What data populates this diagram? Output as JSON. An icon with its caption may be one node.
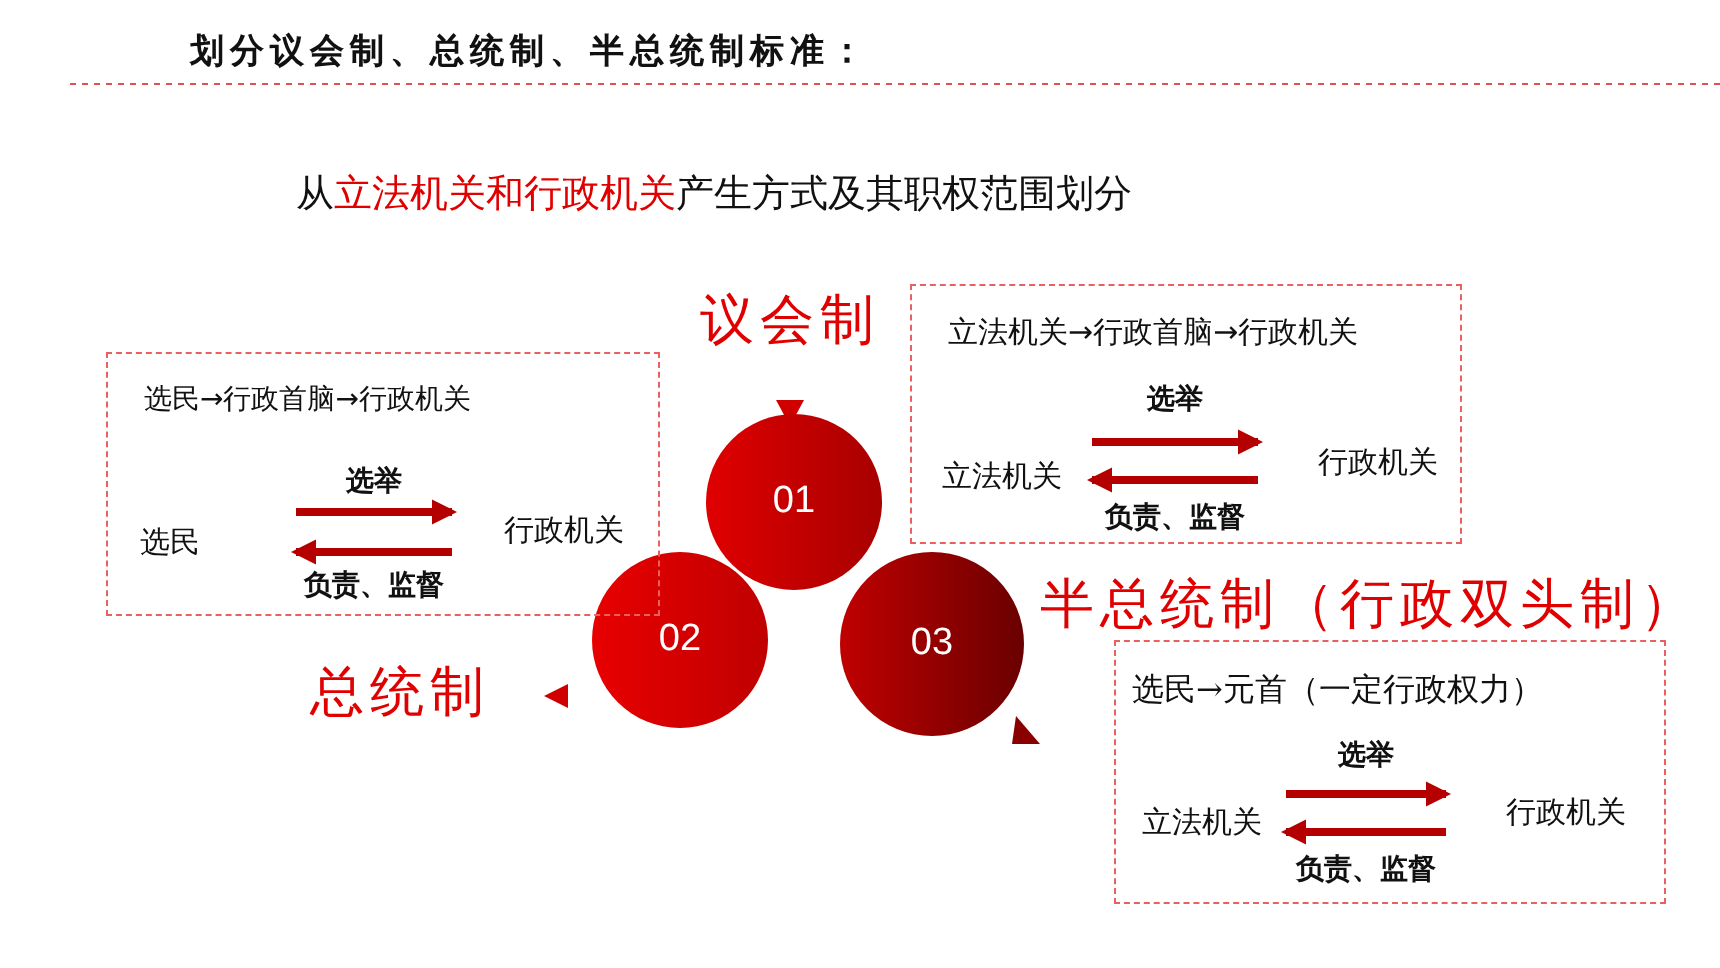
{
  "diagram": {
    "title": "划分议会制、总统制、半总统制标准：",
    "nodes": [
      {
        "text": [
          "01"
        ]
      },
      {
        "text": [
          "02"
        ]
      },
      {
        "text": [
          "03"
        ]
      },
      {
        "text": [
          "选民→行政首脑→行政机关"
        ],
        "beside": [
          "总统制"
        ]
      },
      {
        "text": [
          "选民"
        ],
        "in": 3
      },
      {
        "text": [
          "行政机关"
        ],
        "in": 3
      },
      {
        "text": [
          "立法机关→行政首脑→行政机关"
        ],
        "beside": [
          "议会制"
        ]
      },
      {
        "text": [
          "立法机关"
        ],
        "in": 6
      },
      {
        "text": [
          "行政机关"
        ],
        "in": 6
      },
      {
        "text": [
          "选民→元首（一定行政权力）"
        ],
        "beside": [
          "半总统制（行政双头制）"
        ]
      },
      {
        "text": [
          "立法机关"
        ],
        "in": 9
      },
      {
        "text": [
          "行政机关"
        ],
        "in": 9
      }
    ],
    "edges": [
      {
        "from": 4,
        "to": 5,
        "arrow": "to",
        "label": "选举"
      },
      {
        "from": 5,
        "to": 4,
        "arrow": "to",
        "label": "负责、监督"
      },
      {
        "from": 7,
        "to": 8,
        "arrow": "to",
        "label": "选举"
      },
      {
        "from": 8,
        "to": 7,
        "arrow": "to",
        "label": "负责、监督"
      },
      {
        "from": 10,
        "to": 11,
        "arrow": "to",
        "label": "选举"
      },
      {
        "from": 11,
        "to": 10,
        "arrow": "to",
        "label": "负责、监督"
      }
    ],
    "labels": [
      "从",
      "立法机关和行政机关",
      "产生方式及其职权范围划分"
    ]
  }
}
